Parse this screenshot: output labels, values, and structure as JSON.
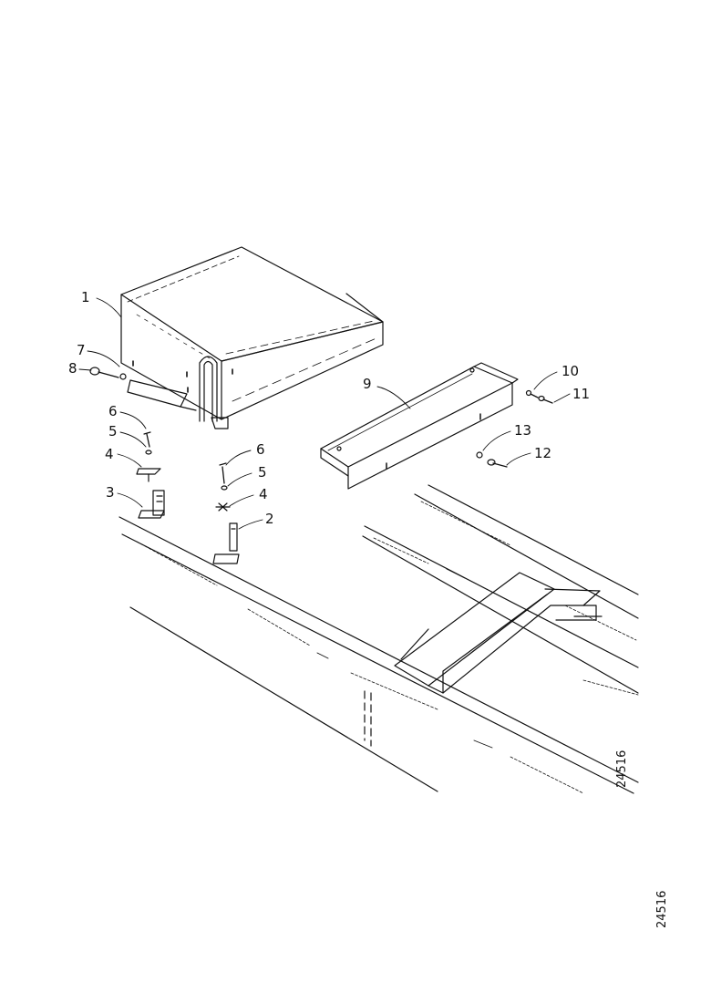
{
  "callouts": {
    "c1": "1",
    "c7": "7",
    "c8a": "8",
    "c6a": "6",
    "c5a": "5",
    "c4a": "4",
    "c3": "3",
    "c6b": "6",
    "c5b": "5",
    "c4b": "4",
    "c2": "2",
    "c9": "9",
    "c10": "10",
    "c11": "11",
    "c13": "13",
    "c12": "12"
  },
  "reference_codes": {
    "inner": "24516",
    "outer": "24516"
  },
  "colors": {
    "line": "#111111",
    "background": "#ffffff"
  }
}
